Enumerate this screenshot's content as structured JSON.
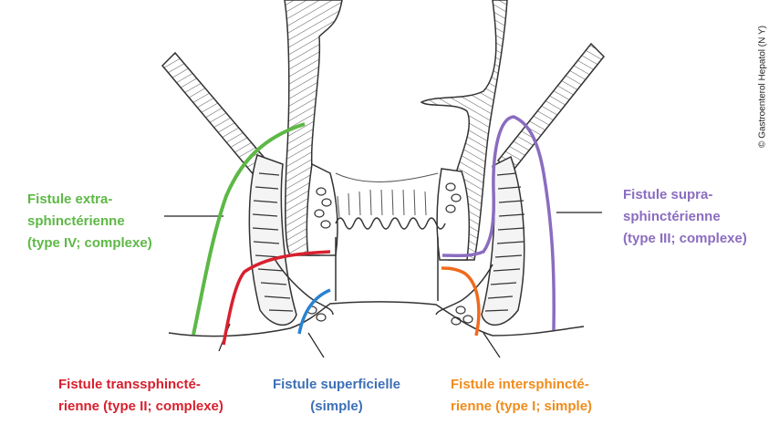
{
  "labels": {
    "extra": {
      "line1": "Fistule extra-",
      "line2": "sphinctérienne",
      "line3": "(type IV; complexe)"
    },
    "supra": {
      "line1": "Fistule supra-",
      "line2": "sphinctérienne",
      "line3": "(type III; complexe)"
    },
    "trans": {
      "line1": "Fistule transsphincté-",
      "line2": "rienne (type II; complexe)"
    },
    "super": {
      "line1": "Fistule superficielle",
      "line2": "(simple)"
    },
    "inter": {
      "line1": "Fistule intersphincté-",
      "line2": "rienne (type I; simple)"
    }
  },
  "copyright": "© Gastroenterol Hepatol (N Y)",
  "colors": {
    "extra": "#5db845",
    "supra": "#8b6cc0",
    "trans": "#d8202e",
    "super": "#3c6fb6",
    "inter": "#f08c1c",
    "ink": "#333333"
  }
}
